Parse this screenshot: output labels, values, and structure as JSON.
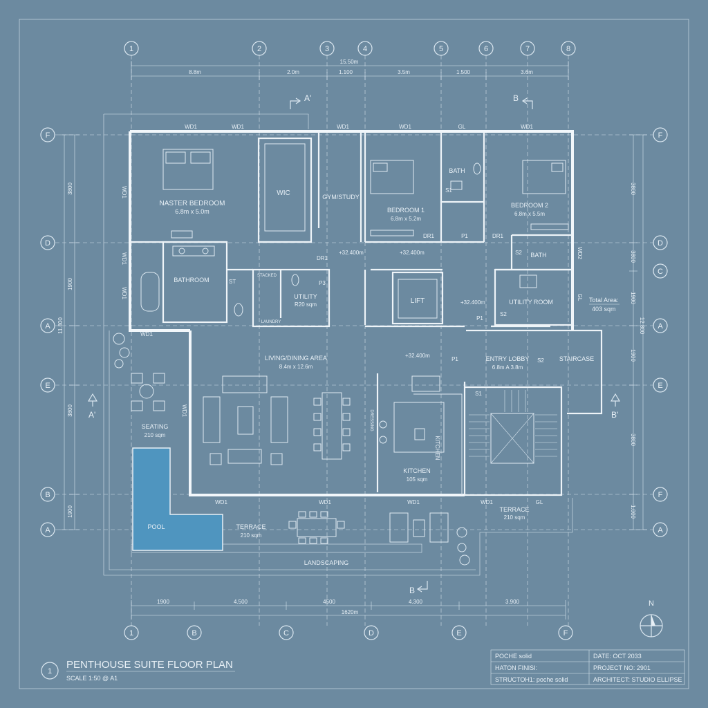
{
  "title_block": {
    "sheet_number": "1",
    "title": "PENTHOUSE SUITE FLOOR PLAN",
    "scale": "SCALE 1:50 @ A1",
    "table": [
      [
        "POCHE solid",
        "DATE: OCT 2033"
      ],
      [
        "HATON FINISI:",
        "PROJECT NO: 2901"
      ],
      [
        "STRUCTOH1: poche solid",
        "ARCHITECT: STUDIO ELLIPSE"
      ]
    ]
  },
  "grid": {
    "top_numbers": [
      "1",
      "2",
      "3",
      "4",
      "5",
      "6",
      "7",
      "8"
    ],
    "bottom_labels": [
      "1",
      "B",
      "C",
      "D",
      "E",
      "F"
    ],
    "left_letters": [
      "F",
      "D",
      "A",
      "E",
      "B",
      "A"
    ],
    "right_letters": [
      "F",
      "D",
      "C",
      "A",
      "E",
      "F",
      "A"
    ]
  },
  "dimensions": {
    "top_total": "15.50m",
    "top_segments": [
      "8.8m",
      "2.0m",
      "1.100",
      "3.5m",
      "1.500",
      "3.6m"
    ],
    "bottom_segments": [
      "1900",
      "4.500",
      "4500",
      "4.300",
      "3.900"
    ],
    "bottom_total": "1620m",
    "left_vertical": [
      "3800",
      "1900",
      "11.800",
      "3800",
      "1900"
    ],
    "right_vertical": [
      "3800",
      "3800",
      "1900",
      "12.800",
      "1900",
      "3800",
      "1.000"
    ]
  },
  "sections": {
    "a_top": "A'",
    "b_top": "B",
    "a_left": "A'",
    "b_right": "B'",
    "b_bottom": "B"
  },
  "rooms": {
    "master_bedroom": {
      "name": "NASTER BEDROOM",
      "size": "6.8m x 5.0m"
    },
    "wic": "WIC",
    "gym": "GYM/STUDY",
    "bedroom1": {
      "name": "BEDROOM 1",
      "size": "6.8m x 5.2m"
    },
    "bedroom2": {
      "name": "BEDROOM 2",
      "size": "6.8m x 5.5m"
    },
    "bath_top": "BATH",
    "bath_right": "BATH",
    "bathroom": "BATHROOM",
    "utility": {
      "name": "UTILITY",
      "size": "R20 sqm"
    },
    "lift": "LIFT",
    "utility_room": "UTILITY ROOM",
    "living": {
      "name": "LIVING/DINING AREA",
      "size": "8.4m x 12.6m"
    },
    "entry_lobby": {
      "name": "ENTRY LOBBY",
      "size": "6.8m A 3.8m"
    },
    "staircase": "STAIRCASE",
    "kitchen": {
      "name": "KITCHEN",
      "size": "105 sqm"
    },
    "kitchen_vertical": "KITCHEN",
    "seating": {
      "name": "SEATING",
      "size": "210 sqm"
    },
    "pool": "POOL",
    "terrace_bottom": {
      "name": "TERRACE",
      "size": "210 sqm"
    },
    "terrace_right": {
      "name": "TERRACE",
      "size": "210 sqm"
    },
    "landscaping": "LANDSCAPING"
  },
  "total_area": {
    "label": "Total Area:",
    "value": "403 sqm"
  },
  "levels": [
    "+32.400m",
    "+32.400m",
    "+32.400m",
    "+32.400m"
  ],
  "tags": {
    "wd1": "WD1",
    "gl": "GL",
    "wd2": "WD2",
    "dr1": "DR1",
    "p1": "P1",
    "p3": "P3",
    "s1": "S1",
    "s2": "S2",
    "st": "ST",
    "wd1_vertical": "WD1",
    "stacked": "STACKED",
    "laundry": "LAUNDRY",
    "dressing": "DRESSING"
  },
  "north": "N",
  "colors": {
    "background": "#6c8aa0",
    "lines": "#e8f0f6",
    "pool": "#4f95bf"
  }
}
